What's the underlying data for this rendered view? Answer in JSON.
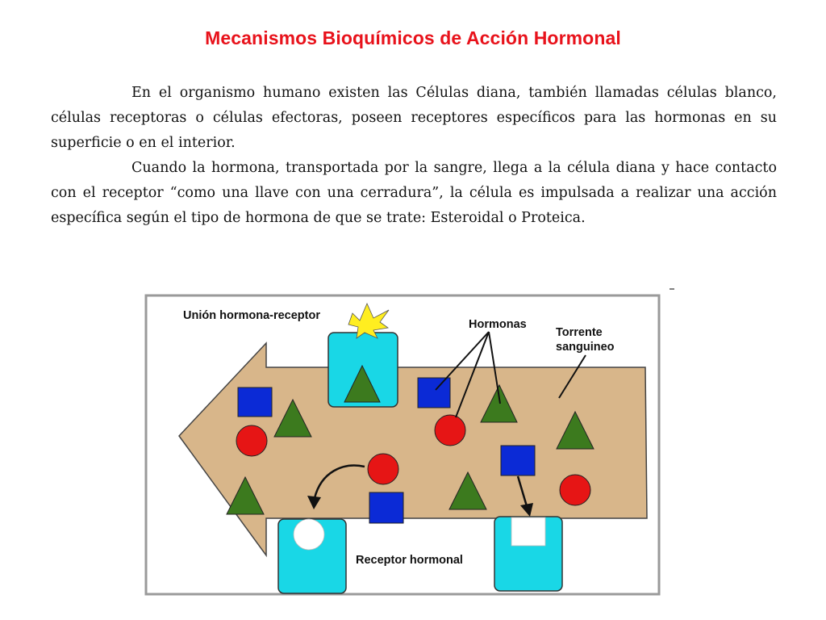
{
  "slide": {
    "title": "Mecanismos Bioquímicos de Acción Hormonal",
    "paragraphs": [
      "En el organismo humano existen las Células diana, también llamadas células blanco, células receptoras o células efectoras, poseen receptores específicos para las hormonas en su superficie o en el interior.",
      "Cuando la hormona, transportada por la sangre,  llega a la célula diana y hace contacto con el receptor “como una llave con una cerradura”, la célula es impulsada a realizar una acción específica según el tipo de hormona de que se trate: Esteroidal o Proteica."
    ]
  },
  "diagram": {
    "labels": {
      "binding": "Unión hormona-receptor",
      "hormones": "Hormonas",
      "bloodstream_line1": "Torrente",
      "bloodstream_line2": "sanguineo",
      "receptor": "Receptor hormonal"
    },
    "colors": {
      "title": "#e8121b",
      "arrow_fill": "#d8b68a",
      "receptor_fill": "#19d7e6",
      "square_hormone": "#0b2ad6",
      "circle_hormone": "#e61515",
      "triangle_hormone": "#3c7a1e",
      "spark": "#ffee20"
    }
  }
}
